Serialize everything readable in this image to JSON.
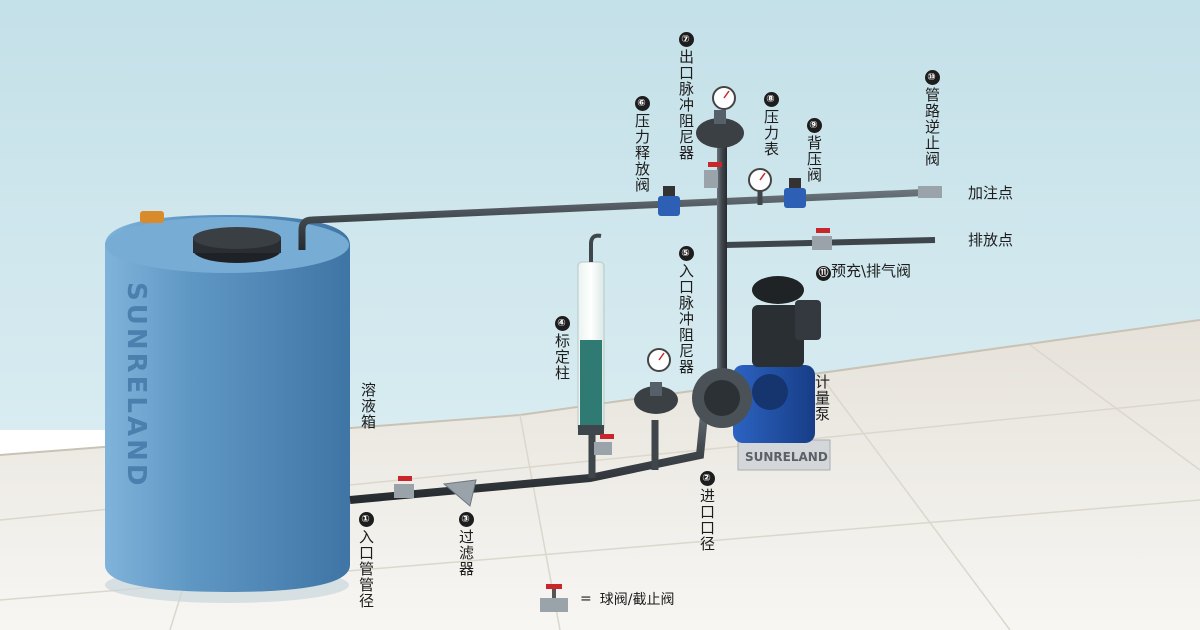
{
  "brand": {
    "tank_text": "SUNRELAND",
    "pump_base_text": "SUNRELAND"
  },
  "labels": {
    "inlet_pipe": {
      "num": "①",
      "text": "入口管管径"
    },
    "inlet_port": {
      "num": "②",
      "text": "进口口径"
    },
    "filter": {
      "num": "③",
      "text": "过滤器"
    },
    "calibration": {
      "num": "④",
      "text": "标定柱"
    },
    "inlet_damper": {
      "num": "⑤",
      "text": "入口脉冲阻尼器"
    },
    "relief_valve": {
      "num": "⑥",
      "text": "压力释放阀"
    },
    "outlet_damper": {
      "num": "⑦",
      "text": "出口脉冲阻尼器"
    },
    "pressure_gauge": {
      "num": "⑧",
      "text": "压力表"
    },
    "back_valve": {
      "num": "⑨",
      "text": "背压阀"
    },
    "check_valve": {
      "num": "⑩",
      "text": "管路逆止阀"
    },
    "prime_valve": {
      "num": "⑪",
      "text": "预充\\排气阀"
    },
    "tank": "溶液箱",
    "pump": "计量泵",
    "dosing_point": "加注点",
    "drain_point": "排放点"
  },
  "legend": {
    "equals": "=",
    "text": "球阀/截止阀"
  },
  "colors": {
    "wall": "#cfe6ec",
    "floor": "#e9e6df",
    "tank": "#5f97c4",
    "pipe": "#3e454b",
    "pump_blue": "#1f4fa8",
    "motor": "#2a2f33",
    "valve_red": "#c8262b",
    "valve_blue": "#2d5fb5"
  }
}
